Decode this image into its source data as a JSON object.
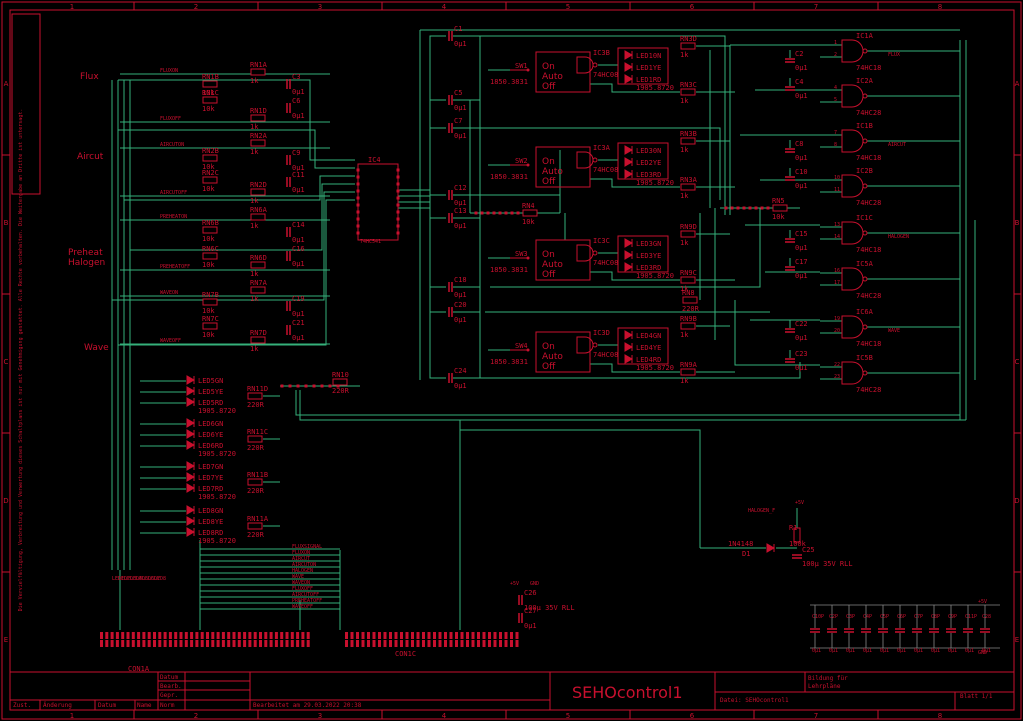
{
  "title_block": {
    "main_title": "SEHOcontrol1",
    "file": "Datei: SEHOcontrol1",
    "edited": "Bearbeitet am 29.03.2022 20:38",
    "sheet": "Blatt 1/1",
    "owner_line1": "Bildung für",
    "owner_line2": "Lehrpläne",
    "cells": [
      "Datum",
      "Bearb.",
      "Gepr.",
      "Norm"
    ],
    "footer": [
      "Zust.",
      "Änderung",
      "Datum",
      "Name"
    ]
  },
  "border": {
    "cols": [
      "1",
      "2",
      "3",
      "4",
      "5",
      "6",
      "7",
      "8"
    ],
    "rows": [
      "A",
      "B",
      "C",
      "D",
      "E"
    ]
  },
  "left_note": "Die Vervielfältigung, Verbreitung und Verwertung dieses Schaltplans ist nur mit Genehmigung gestattet. Alle Rechte vorbehalten. Die Weitergabe an Dritte ist untersagt.",
  "groups": [
    "Flux",
    "Aircut",
    "Preheat\nHalogen",
    "Wave"
  ],
  "left_signals": [
    "FLUXON",
    "FLUXOFF",
    "AIRCUTON",
    "AIRCUTOFF",
    "PREHEATON",
    "PREHEATOFF",
    "WAVEON",
    "WAVEOFF"
  ],
  "left_resistor_names": [
    "RN1A",
    "RN1B",
    "RN1C",
    "RN1D",
    "RN2A",
    "RN2B",
    "RN2C",
    "RN2D",
    "RN6A",
    "RN6B",
    "RN6C",
    "RN6D",
    "RN7A",
    "RN7B",
    "RN7C",
    "RN7D"
  ],
  "left_caps": [
    "C3",
    "C6",
    "C9",
    "C11",
    "C14",
    "C16",
    "C19",
    "C21"
  ],
  "value_10k": "10k",
  "value_1k": "1k",
  "value_220r": "220R",
  "value_100n": "0µ1",
  "ic4": {
    "name": "IC4",
    "type": "74HC541"
  },
  "switches": [
    {
      "name": "SW1",
      "pos": [
        "On",
        "Auto",
        "Off"
      ],
      "part": "1850.3831"
    },
    {
      "name": "SW2",
      "pos": [
        "On",
        "Auto",
        "Off"
      ],
      "part": "1850.3831"
    },
    {
      "name": "SW3",
      "pos": [
        "On",
        "Auto",
        "Off"
      ],
      "part": "1850.3831"
    },
    {
      "name": "SW4",
      "pos": [
        "On",
        "Auto",
        "Off"
      ],
      "part": "1850.3831"
    }
  ],
  "nand_gates": [
    "IC3B",
    "IC3A",
    "IC3C",
    "IC3D"
  ],
  "nand_type": "74HC08",
  "led_blocks": [
    {
      "leds": [
        "LED10N",
        "LED1YE",
        "LED1RD"
      ],
      "part": "1905.8720",
      "res_top": "RN3D",
      "res_bot": "RN3C"
    },
    {
      "leds": [
        "LED30N",
        "LED2YE",
        "LED3RD"
      ],
      "part": "1905.8720",
      "res_top": "RN3B",
      "res_bot": "RN3A"
    },
    {
      "leds": [
        "LED3GN",
        "LED3YE",
        "LED3RD"
      ],
      "part": "1905.8720",
      "res_top": "RN9D",
      "res_bot": "RN9C"
    },
    {
      "leds": [
        "LED4GN",
        "LED4YE",
        "LED4RD"
      ],
      "part": "1905.8720",
      "res_top": "RN9B",
      "res_bot": "RN9A"
    }
  ],
  "mid_caps": [
    "C1",
    "C5",
    "C7",
    "C12",
    "C13",
    "C18",
    "C20",
    "C24"
  ],
  "mid_res": [
    "RN4",
    "RN5",
    "RN8"
  ],
  "right_ics": [
    {
      "name": "IC1A",
      "type": "74HC18",
      "out": "FLUX"
    },
    {
      "name": "IC2A",
      "type": "74HC28",
      "out": ""
    },
    {
      "name": "IC1B",
      "type": "74HC18",
      "out": "AIRCUT"
    },
    {
      "name": "IC2B",
      "type": "74HC28",
      "out": ""
    },
    {
      "name": "IC1C",
      "type": "74HC18",
      "out": "HALOGEN"
    },
    {
      "name": "IC5A",
      "type": "74HC28",
      "out": ""
    },
    {
      "name": "IC6A",
      "type": "74HC18",
      "out": "WAVE"
    },
    {
      "name": "IC5B",
      "type": "74HC28",
      "out": ""
    }
  ],
  "right_caps": [
    "C2",
    "C4",
    "C8",
    "C10",
    "C15",
    "C17",
    "C22",
    "C23"
  ],
  "bottom_leds": [
    {
      "leds": [
        "LED5GN",
        "LED5YE",
        "LED5RD"
      ],
      "res": "RN11D"
    },
    {
      "leds": [
        "LED6GN",
        "LED6YE",
        "LED6RD"
      ],
      "res": "RN11C"
    },
    {
      "leds": [
        "LED7GN",
        "LED7YE",
        "LED7RD"
      ],
      "res": "RN11B"
    },
    {
      "leds": [
        "LED8GN",
        "LED8YE",
        "LED8RD"
      ],
      "res": "RN11A"
    }
  ],
  "led_part": "1905.8720",
  "rn10": "RN10",
  "bus_labels": [
    "FLUXSIGNAL",
    "FLUXON",
    "AIRCUT",
    "AIRCUTON",
    "HALOGEN",
    "WAVE",
    "WAVEON",
    "FLUXOFF",
    "AIRCUTOFF",
    "PREHEATOFF",
    "WAVEOFF"
  ],
  "connectors": {
    "left": "CON1A",
    "right": "CON1C"
  },
  "power_parts": {
    "diode": "1N4148",
    "diode_ref": "D1",
    "cap_c25": "C25",
    "c25_val": "100µ 35V RLL",
    "cap_c26": "C26",
    "c26_val": "100µ 35V RLL",
    "cap_c27": "C27",
    "c27_val": "0µ1",
    "res_r1": "R1",
    "r1_val": "100k",
    "vplus": "+5V",
    "gnd": "GND",
    "netlabel": "HALOGEN_F"
  },
  "decoupling_caps": [
    "C10P",
    "C2P",
    "C3P",
    "C4P",
    "C5P",
    "C6P",
    "C7P",
    "C8P",
    "C9P",
    "C11P",
    "C28"
  ]
}
